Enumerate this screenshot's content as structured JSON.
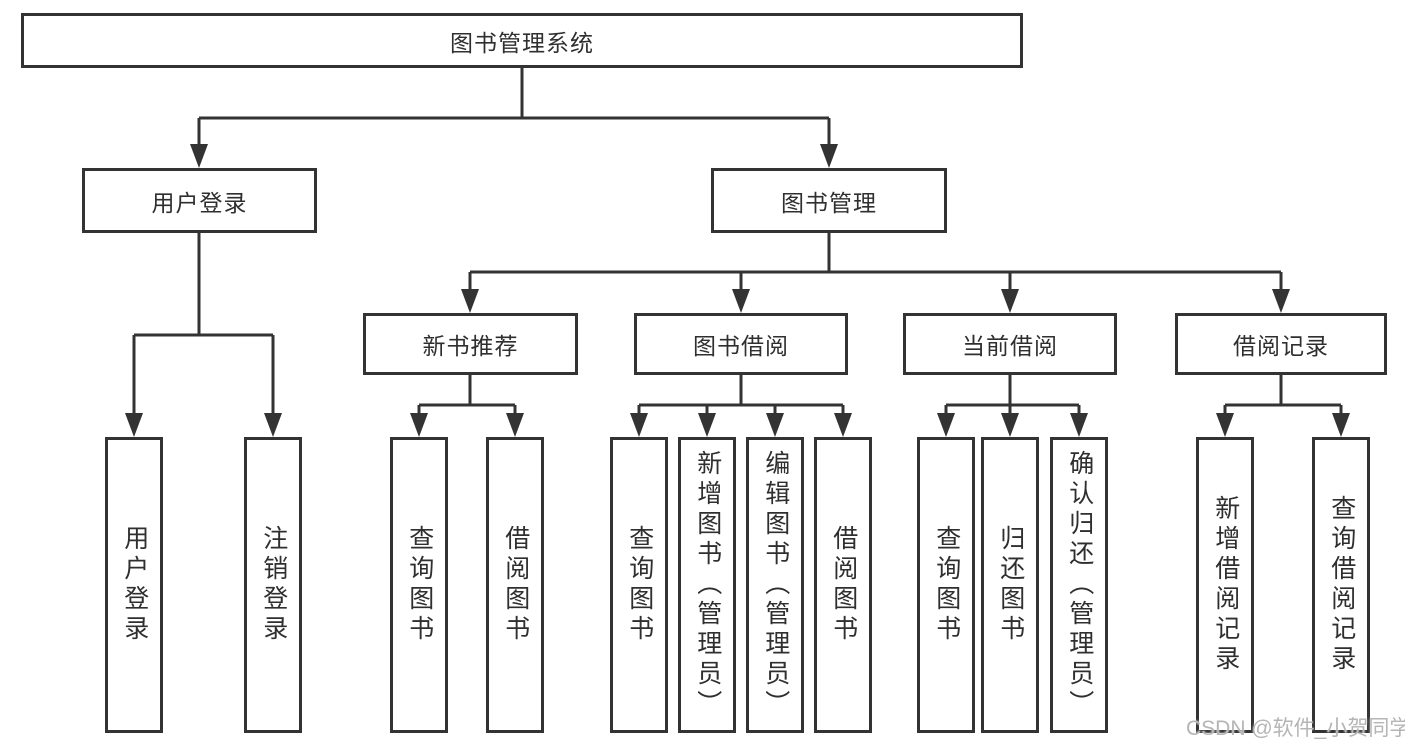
{
  "diagram": {
    "title": "图书管理系统",
    "login_branch": {
      "label": "用户登录",
      "children": [
        "用户登录",
        "注销登录"
      ]
    },
    "mgmt_branch": {
      "label": "图书管理",
      "groups": [
        {
          "label": "新书推荐",
          "children": [
            "查询图书",
            "借阅图书"
          ]
        },
        {
          "label": "图书借阅",
          "children": [
            "查询图书",
            "新增图书（管理员）",
            "编辑图书（管理员）",
            "借阅图书"
          ]
        },
        {
          "label": "当前借阅",
          "children": [
            "查询图书",
            "归还图书",
            "确认归还（管理员）"
          ]
        },
        {
          "label": "借阅记录",
          "children": [
            "新增借阅记录",
            "查询借阅记录"
          ]
        }
      ]
    }
  },
  "watermark": "CSDN @软件_小贺同学",
  "colors": {
    "line": "#333333",
    "text": "#2f2f2f",
    "watermark": "#b5b5b5",
    "background": "#ffffff"
  }
}
